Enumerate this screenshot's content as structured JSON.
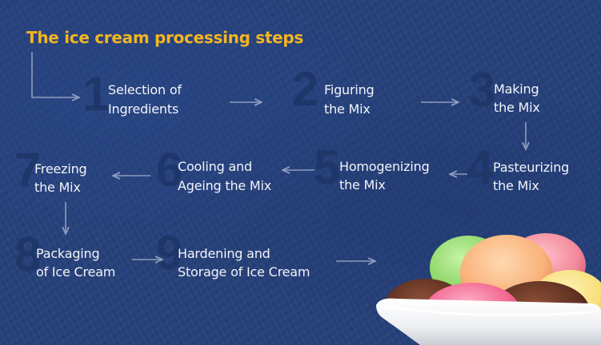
{
  "title": "The ice cream processing steps",
  "colors": {
    "background": "#26407a",
    "title": "#f5b521",
    "text": "#f2f4f9",
    "step_number": "#1e3668",
    "arrow": "#8d9cbd"
  },
  "steps": [
    {
      "number": "1",
      "line1": "Selection of",
      "line2": "Ingredients"
    },
    {
      "number": "2",
      "line1": "Figuring",
      "line2": "the Mix"
    },
    {
      "number": "3",
      "line1": "Making",
      "line2": "the Mix"
    },
    {
      "number": "4",
      "line1": "Pasteurizing",
      "line2": "the Mix"
    },
    {
      "number": "5",
      "line1": "Homogenizing",
      "line2": "the Mix"
    },
    {
      "number": "6",
      "line1": "Cooling and",
      "line2": "Ageing the Mix"
    },
    {
      "number": "7",
      "line1": "Freezing",
      "line2": "the Mix"
    },
    {
      "number": "8",
      "line1": "Packaging",
      "line2": "of Ice Cream"
    },
    {
      "number": "9",
      "line1": "Hardening and",
      "line2": "Storage of Ice Cream"
    }
  ],
  "image": {
    "subject": "bowl of ice cream scoops",
    "flavors": [
      "pistachio green",
      "peach orange",
      "strawberry pink",
      "chocolate",
      "raspberry pink",
      "dark chocolate",
      "vanilla yellow"
    ]
  }
}
